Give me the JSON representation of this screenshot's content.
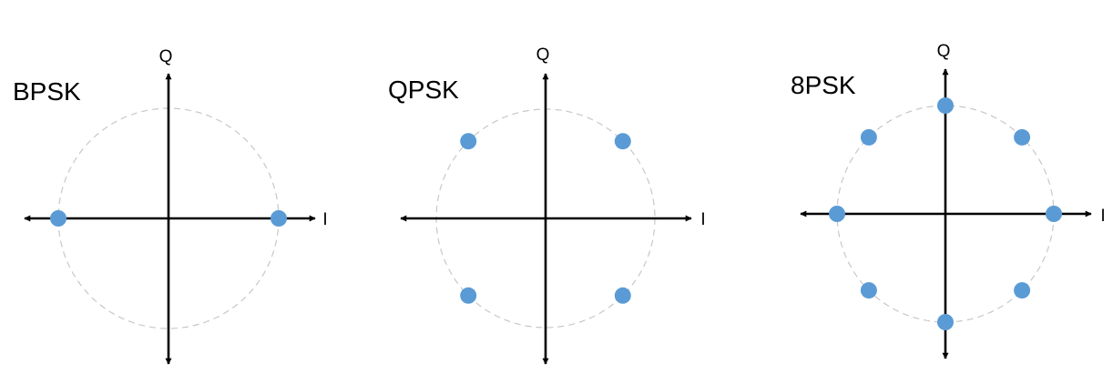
{
  "colors": {
    "point": "#5b9bd5",
    "circle": "#c8c8c8",
    "axis": "#000000"
  },
  "diagrams": [
    {
      "title": "BPSK",
      "i_label": "I",
      "q_label": "Q",
      "points": [
        {
          "i": 1,
          "q": 0
        },
        {
          "i": -1,
          "q": 0
        }
      ]
    },
    {
      "title": "QPSK",
      "i_label": "I",
      "q_label": "Q",
      "points": [
        {
          "i": 0.707,
          "q": 0.707
        },
        {
          "i": -0.707,
          "q": 0.707
        },
        {
          "i": -0.707,
          "q": -0.707
        },
        {
          "i": 0.707,
          "q": -0.707
        }
      ]
    },
    {
      "title": "8PSK",
      "i_label": "I",
      "q_label": "Q",
      "points": [
        {
          "i": 1,
          "q": 0
        },
        {
          "i": 0.707,
          "q": 0.707
        },
        {
          "i": 0,
          "q": 1
        },
        {
          "i": -0.707,
          "q": 0.707
        },
        {
          "i": -1,
          "q": 0
        },
        {
          "i": -0.707,
          "q": -0.707
        },
        {
          "i": 0,
          "q": -1
        },
        {
          "i": 0.707,
          "q": -0.707
        }
      ]
    }
  ]
}
